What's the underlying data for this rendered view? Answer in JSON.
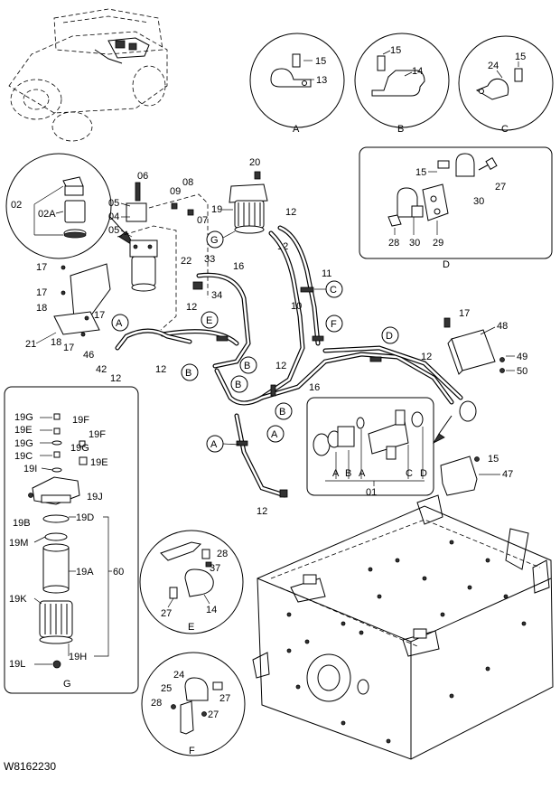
{
  "drawing_code": "W8162230",
  "callout_letters": {
    "A": "A",
    "B": "B",
    "C": "C",
    "D": "D",
    "E": "E",
    "F": "F",
    "G": "G"
  },
  "detail_titles": [
    "A",
    "B",
    "C",
    "D",
    "E",
    "F",
    "G"
  ],
  "part_numbers": {
    "p01": "01",
    "p02": "02",
    "p02A": "02A",
    "p04": "04",
    "p05": "05",
    "p06": "06",
    "p07": "07",
    "p08": "08",
    "p09": "09",
    "p10": "10",
    "p11": "11",
    "p12": "12",
    "p13": "13",
    "p14": "14",
    "p15": "15",
    "p16": "16",
    "p17": "17",
    "p18": "18",
    "p19": "19",
    "p19A": "19A",
    "p19B": "19B",
    "p19C": "19C",
    "p19D": "19D",
    "p19E": "19E",
    "p19F": "19F",
    "p19G": "19G",
    "p19H": "19H",
    "p19I": "19I",
    "p19J": "19J",
    "p19K": "19K",
    "p19L": "19L",
    "p19M": "19M",
    "p20": "20",
    "p21": "21",
    "p22": "22",
    "p24": "24",
    "p25": "25",
    "p27": "27",
    "p28": "28",
    "p29": "29",
    "p30": "30",
    "p33": "33",
    "p34": "34",
    "p37": "37",
    "p42": "42",
    "p46": "46",
    "p47": "47",
    "p48": "48",
    "p49": "49",
    "p50": "50",
    "p60": "60"
  }
}
